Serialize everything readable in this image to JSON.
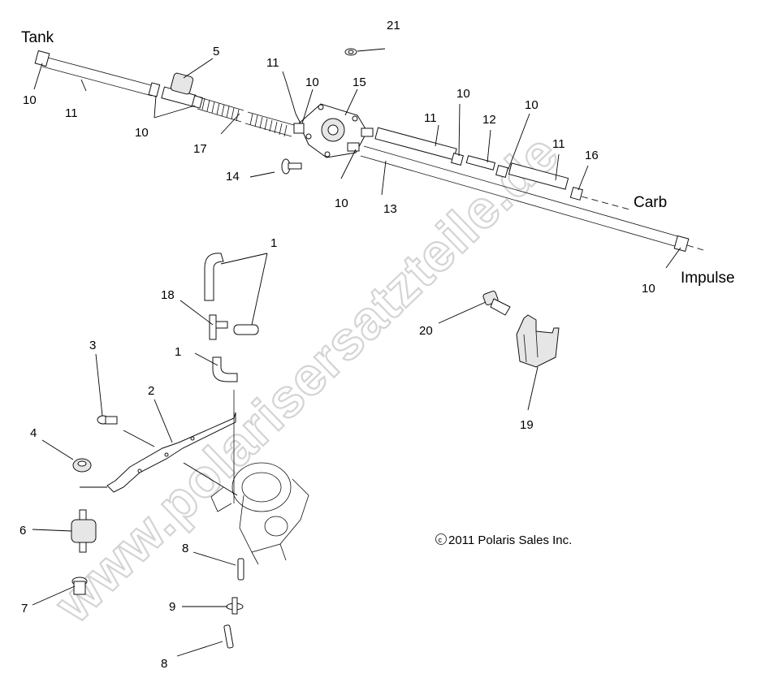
{
  "labels": {
    "tank": "Tank",
    "carb": "Carb",
    "impulse": "Impulse",
    "n1a": "1",
    "n1b": "1",
    "n2": "2",
    "n3": "3",
    "n4": "4",
    "n5": "5",
    "n6": "6",
    "n7": "7",
    "n8a": "8",
    "n8b": "8",
    "n9": "9",
    "n10a": "10",
    "n10b": "10",
    "n10c": "10",
    "n10d": "10",
    "n10e": "10",
    "n10f": "10",
    "n10g": "10",
    "n11a": "11",
    "n11b": "11",
    "n11c": "11",
    "n11d": "11",
    "n12": "12",
    "n13": "13",
    "n14": "14",
    "n15": "15",
    "n16": "16",
    "n17": "17",
    "n18": "18",
    "n19": "19",
    "n20": "20",
    "n21": "21"
  },
  "copyright": "2011 Polaris Sales Inc.",
  "watermark": "www.polarisersatzteile.de"
}
